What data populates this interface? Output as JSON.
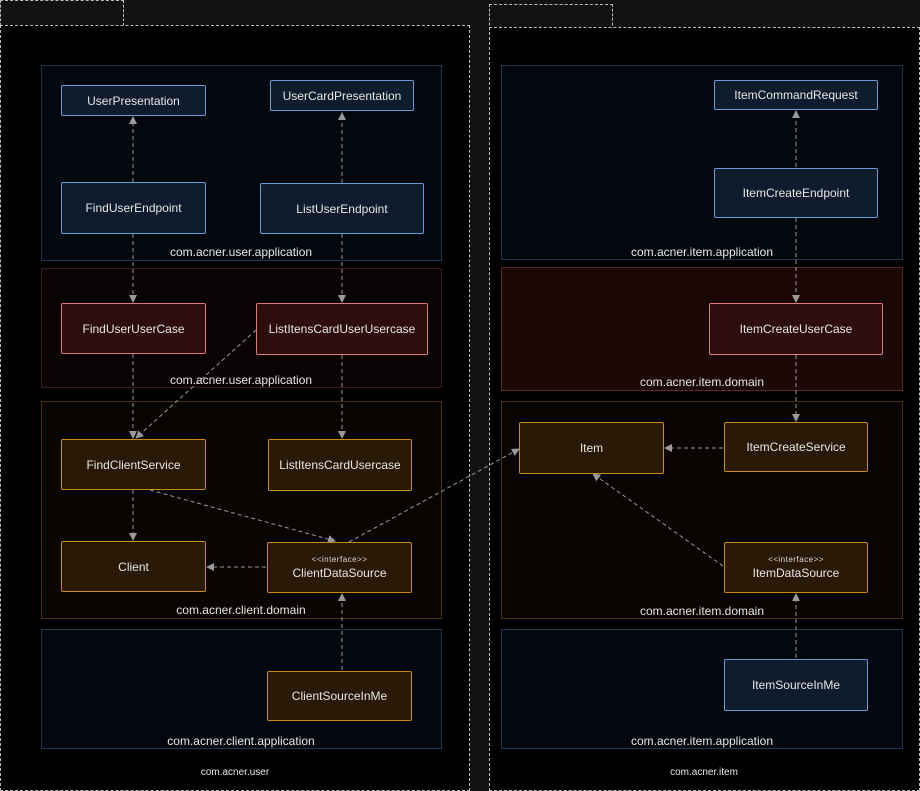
{
  "panels": {
    "user": {
      "label": "com.acner.user"
    },
    "item": {
      "label": "com.acner.item"
    }
  },
  "groups": {
    "user_application_top": "com.acner.user.application",
    "user_application_mid": "com.acner.user.application",
    "client_domain": "com.acner.client.domain",
    "client_application": "com.acner.client.application",
    "item_application_top": "com.acner.item.application",
    "item_domain_mid": "com.acner.item.domain",
    "item_domain": "com.acner.item.domain",
    "item_application_bottom": "com.acner.item.application"
  },
  "nodes": {
    "user_presentation": "UserPresentation",
    "user_card_presentation": "UserCardPresentation",
    "find_user_endpoint": "FindUserEndpoint",
    "list_user_endpoint": "ListUserEndpoint",
    "find_user_usercase": "FindUserUserCase",
    "list_itens_card_user_usercase": "ListItensCardUserUsercase",
    "find_client_service": "FindClientService",
    "list_itens_card_usercase": "ListItensCardUsercase",
    "client": "Client",
    "client_data_source": {
      "stereotype": "<<interface>>",
      "label": "ClientDataSource"
    },
    "client_source_in_me": "ClientSourceInMe",
    "item_command_request": "ItemCommandRequest",
    "item_create_endpoint": "ItemCreateEndpoint",
    "item_create_usercase": "ItemCreateUserCase",
    "item": "Item",
    "item_create_service": "ItemCreateService",
    "item_data_source": {
      "stereotype": "<<interface>>",
      "label": "ItemDataSource"
    },
    "item_source_in_me": "ItemSourceInMe"
  },
  "colors": {
    "blue": "#6a9bd6",
    "red": "#e07a7a",
    "orange": "#c98a1e",
    "edge": "#9a9a9a"
  }
}
